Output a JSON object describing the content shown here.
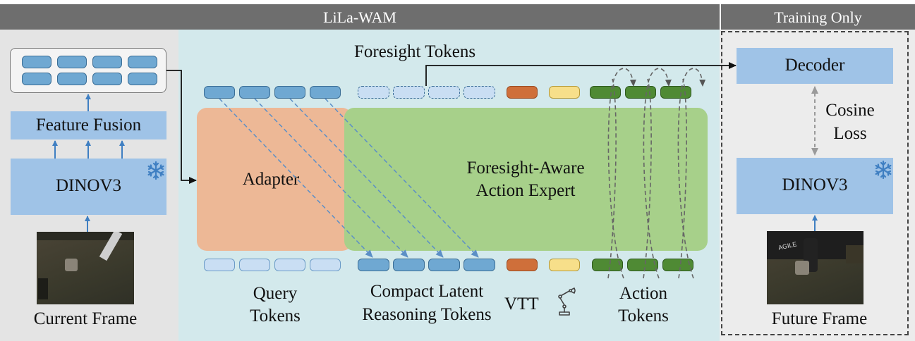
{
  "header": {
    "main_title": "LiLa-WAM",
    "side_title": "Training Only"
  },
  "left": {
    "feature_fusion": "Feature Fusion",
    "dinov3": "DINOV3",
    "current_frame": "Current Frame"
  },
  "middle": {
    "foresight_tokens": "Foresight  Tokens",
    "adapter": "Adapter",
    "expert_line1": "Foresight-Aware",
    "expert_line2": "Action Expert",
    "query_line1": "Query",
    "query_line2": "Tokens",
    "compact_line1": "Compact Latent",
    "compact_line2": "Reasoning Tokens",
    "vtt": "VTT",
    "action_line1": "Action",
    "action_line2": "Tokens"
  },
  "right": {
    "decoder": "Decoder",
    "cosine_line1": "Cosine",
    "cosine_line2": "Loss",
    "dinov3": "DINOV3",
    "future_frame": "Future Frame",
    "frame_text": "AGILE"
  },
  "icons": [
    "snowflake-icon",
    "robot-arm-icon"
  ],
  "colors": {
    "header_bar": "#6e6e6e",
    "panel_gray": "#e4e4e4",
    "panel_teal": "#d3e9ec",
    "box_blue": "#9fc3e7",
    "token_blue": "#6fa8d2",
    "token_light": "#c9def3",
    "adapter": "#edb896",
    "expert": "#a7d08a",
    "orange_token": "#cf6f3a",
    "yellow_token": "#f7df8a",
    "green_token": "#4f8a34",
    "snowflake": "#3f7fc2"
  }
}
